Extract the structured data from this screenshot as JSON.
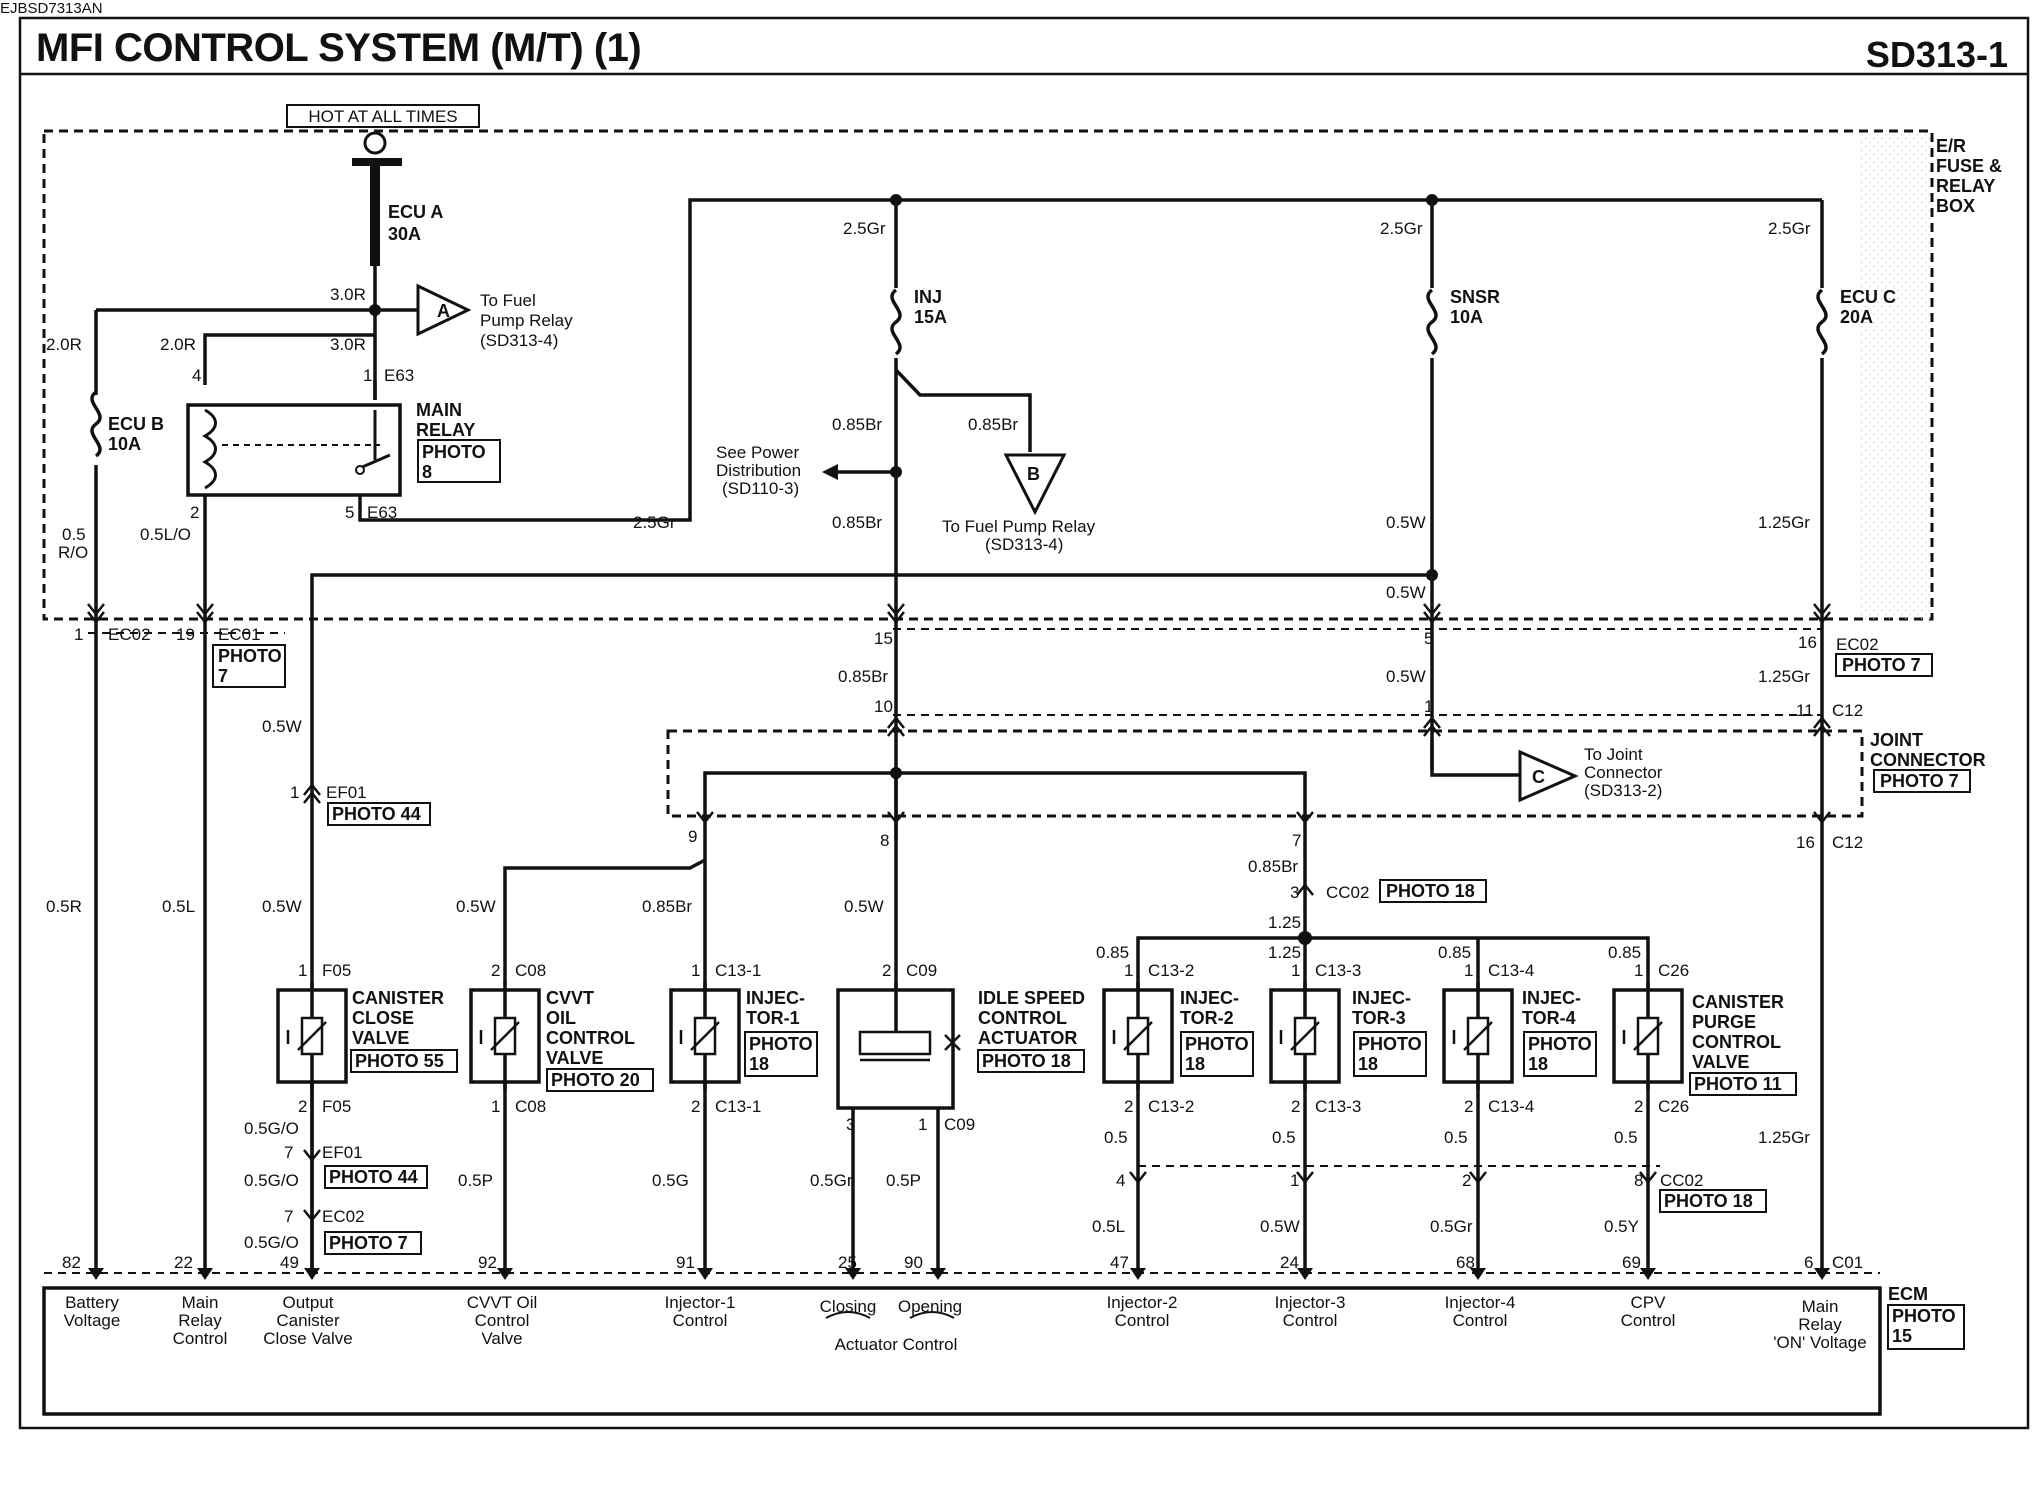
{
  "header": {
    "title": "MFI CONTROL SYSTEM (M/T) (1)",
    "page_code": "SD313-1",
    "footer_code": "EJBSD7313AN"
  },
  "power": {
    "hot_label": "HOT AT ALL TIMES",
    "ecu_a_name": "ECU A",
    "ecu_a_amp": "30A",
    "wire_3R": "3.0R"
  },
  "fuses": {
    "ecu_b": {
      "name": "ECU B",
      "amp": "10A"
    },
    "inj": {
      "name": "INJ",
      "amp": "15A"
    },
    "snsr": {
      "name": "SNSR",
      "amp": "10A"
    },
    "ecu_c": {
      "name": "ECU C",
      "amp": "20A"
    }
  },
  "boxes": {
    "er_fuse": [
      "E/R",
      "FUSE &",
      "RELAY",
      "BOX"
    ],
    "joint_connector": [
      "JOINT",
      "CONNECTOR"
    ],
    "joint_photo": "PHOTO 7",
    "ecm": "ECM",
    "ecm_photo": [
      "PHOTO",
      "15"
    ]
  },
  "main_relay": {
    "name": [
      "MAIN",
      "RELAY"
    ],
    "photo": [
      "PHOTO",
      "8"
    ]
  },
  "refs": {
    "a": {
      "letter": "A",
      "text": [
        "To Fuel",
        "Pump Relay",
        "(SD313-4)"
      ]
    },
    "b": {
      "letter": "B",
      "text": [
        "To Fuel Pump Relay",
        "(SD313-4)"
      ]
    },
    "c": {
      "letter": "C",
      "text": [
        "To Joint",
        "Connector",
        "(SD313-2)"
      ]
    },
    "power_dist": [
      "See Power",
      "Distribution",
      "(SD110-3)"
    ]
  },
  "wires": {
    "w20R": "2.0R",
    "w05": "0.5",
    "wRO": "R/O",
    "w05LO": "0.5L/O",
    "w25Gr": "2.5Gr",
    "w085Br": "0.85Br",
    "w05W": "0.5W",
    "w125Gr": "1.25Gr",
    "w05R": "0.5R",
    "w05L": "0.5L",
    "w05GO": "0.5G/O",
    "w05P": "0.5P",
    "w05G": "0.5G",
    "w05Gr": "0.5Gr",
    "w05Y": "0.5Y",
    "w085": "0.85",
    "w125": "1.25"
  },
  "connectors": {
    "E63": "E63",
    "EC01": "EC01",
    "EC02": "EC02",
    "EF01": "EF01",
    "C12": "C12",
    "CC02": "CC02",
    "C01": "C01",
    "F05": "F05",
    "C08": "C08",
    "C09": "C09",
    "C13_1": "C13-1",
    "C13_2": "C13-2",
    "C13_3": "C13-3",
    "C13_4": "C13-4",
    "C26": "C26"
  },
  "photos": {
    "p7": "PHOTO 7",
    "p44": "PHOTO 44",
    "p18": "PHOTO 18",
    "p55": "PHOTO 55",
    "p20": "PHOTO 20",
    "p11": "PHOTO 11",
    "photo": "PHOTO",
    "n7": "7",
    "n18": "18"
  },
  "components": {
    "canister_close": [
      "CANISTER",
      "CLOSE",
      "VALVE"
    ],
    "cvvt": [
      "CVVT",
      "OIL",
      "CONTROL",
      "VALVE"
    ],
    "inj1": [
      "INJEC-",
      "TOR-1"
    ],
    "isa": [
      "IDLE SPEED",
      "CONTROL",
      "ACTUATOR"
    ],
    "inj2": [
      "INJEC-",
      "TOR-2"
    ],
    "inj3": [
      "INJEC-",
      "TOR-3"
    ],
    "inj4": [
      "INJEC-",
      "TOR-4"
    ],
    "canister_purge": [
      "CANISTER",
      "PURGE",
      "CONTROL",
      "VALVE"
    ]
  },
  "ecm_labels": {
    "battery": [
      "Battery",
      "Voltage"
    ],
    "main_relay_ctrl": [
      "Main",
      "Relay",
      "Control"
    ],
    "output_canister": [
      "Output",
      "Canister",
      "Close Valve"
    ],
    "cvvt_valve": [
      "CVVT Oil",
      "Control",
      "Valve"
    ],
    "inj1": [
      "Injector-1",
      "Control"
    ],
    "closing_opening": [
      "Closing",
      "Opening"
    ],
    "actuator_control": "Actuator Control",
    "inj2": [
      "Injector-2",
      "Control"
    ],
    "inj3": [
      "Injector-3",
      "Control"
    ],
    "inj4": [
      "Injector-4",
      "Control"
    ],
    "cpv": [
      "CPV",
      "Control"
    ],
    "main_relay_on": [
      "Main",
      "Relay",
      "'ON' Voltage"
    ]
  },
  "pins": {
    "p1": "1",
    "p2": "2",
    "p3": "3",
    "p4": "4",
    "p5": "5",
    "p6": "6",
    "p7": "7",
    "p8": "8",
    "p9": "9",
    "p10": "10",
    "p11": "11",
    "p15": "15",
    "p16": "16",
    "p19": "19",
    "p22": "22",
    "p24": "24",
    "p25": "25",
    "p47": "47",
    "p49": "49",
    "p68": "68",
    "p69": "69",
    "p82": "82",
    "p90": "90",
    "p91": "91",
    "p92": "92"
  }
}
